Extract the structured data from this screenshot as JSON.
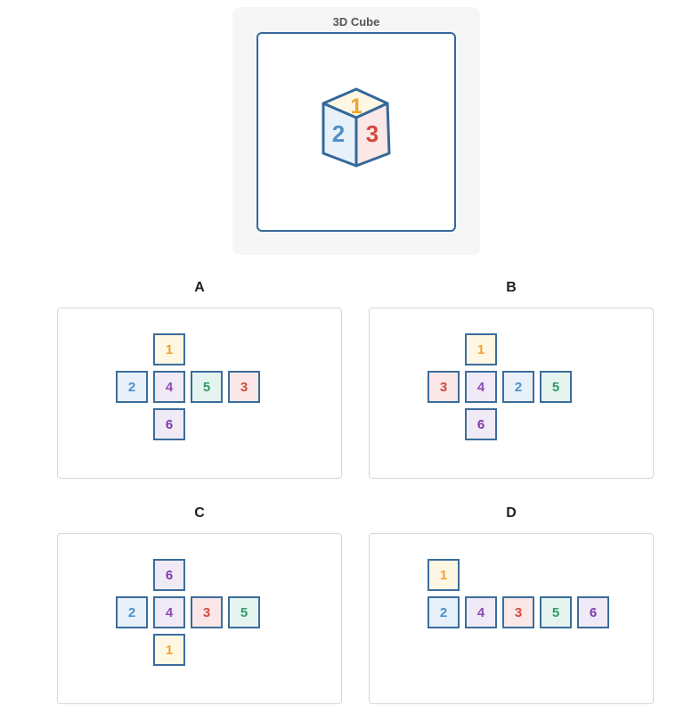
{
  "cube": {
    "title": "3D Cube",
    "top_face": "1",
    "left_face": "2",
    "right_face": "3"
  },
  "options": [
    {
      "label": "A",
      "faces": {
        "top": "1",
        "row": [
          "2",
          "4",
          "5",
          "3"
        ],
        "bottom": "6"
      }
    },
    {
      "label": "B",
      "faces": {
        "top": "1",
        "row": [
          "3",
          "4",
          "2",
          "5"
        ],
        "bottom": "6"
      }
    },
    {
      "label": "C",
      "faces": {
        "top": "6",
        "row": [
          "2",
          "4",
          "3",
          "5"
        ],
        "bottom": "1"
      }
    },
    {
      "label": "D",
      "faces": {
        "top": "1",
        "row": [
          "2",
          "4",
          "3",
          "5",
          "6"
        ]
      }
    }
  ],
  "face_colors": {
    "1": "#f0a22e",
    "2": "#4e8fc9",
    "3": "#d24a3c",
    "4": "#8e4bb3",
    "5": "#2f9a6c",
    "6": "#7c3aa6",
    "outline": "#3c6d9c"
  }
}
